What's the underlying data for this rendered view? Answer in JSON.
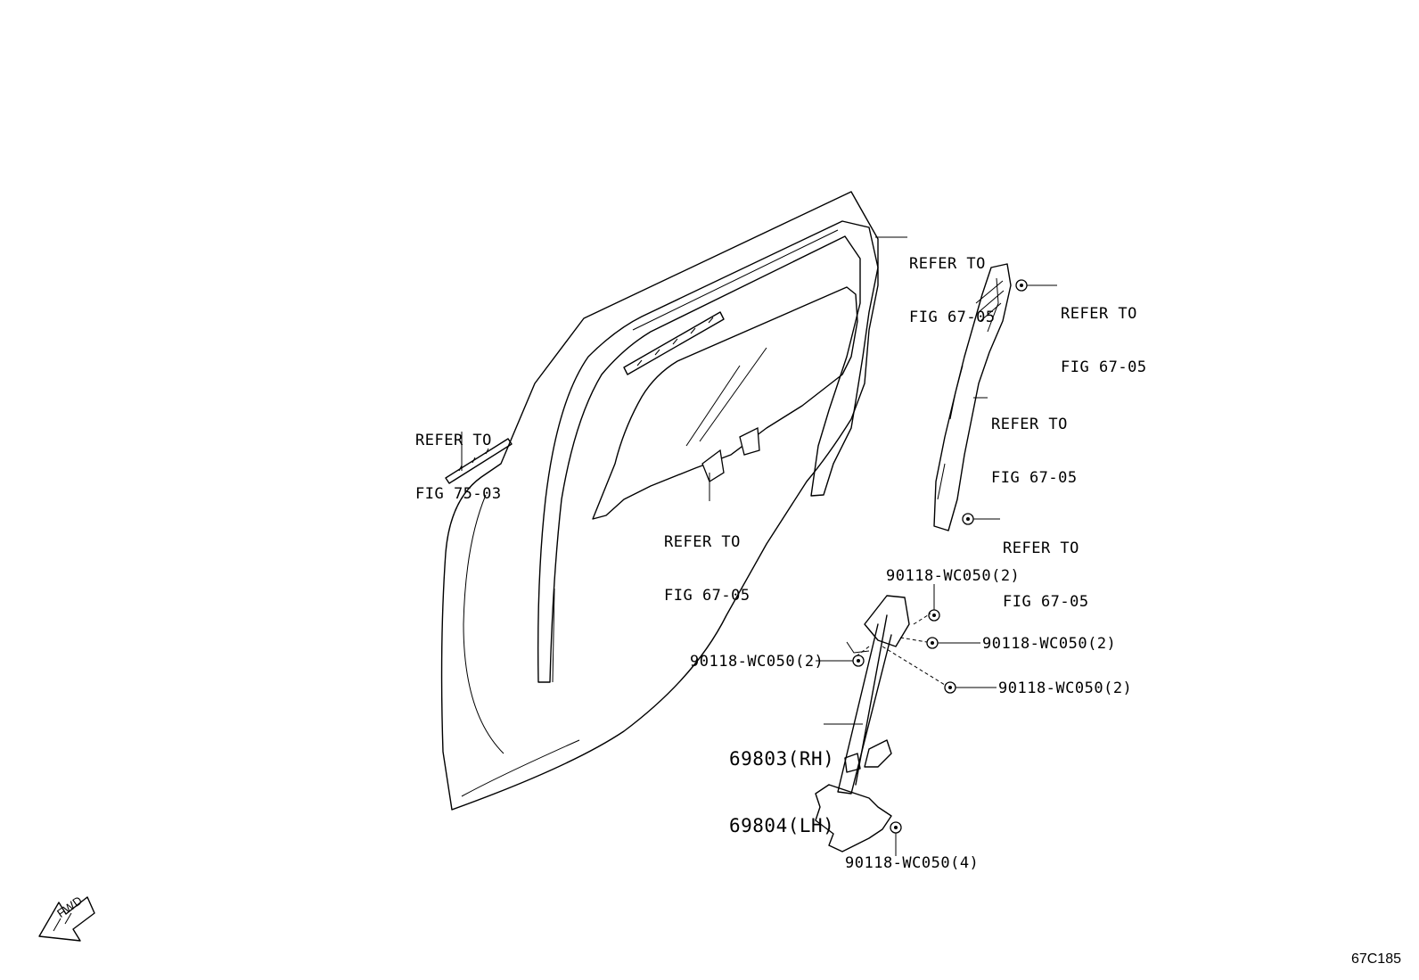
{
  "callouts": {
    "top_right_panel": [
      "REFER TO",
      "FIG 67-05"
    ],
    "pillar_top": [
      "REFER TO",
      "FIG 67-05"
    ],
    "pillar_mid": [
      "REFER TO",
      "FIG 67-05"
    ],
    "pillar_bottom": [
      "REFER TO",
      "FIG 67-05"
    ],
    "belt_moulding": [
      "REFER TO",
      "FIG 75-03"
    ],
    "glass": [
      "REFER TO",
      "FIG 67-05"
    ]
  },
  "bolts": {
    "b1": "90118-WC050(2)",
    "b2": "90118-WC050(2)",
    "b3": "90118-WC050(2)",
    "b4": "90118-WC050(2)",
    "b5": "90118-WC050(4)"
  },
  "regulator": {
    "rh": "69803(RH)",
    "lh": "69804(LH)"
  },
  "fwd_label": "FWD",
  "figure_code": "67C185"
}
